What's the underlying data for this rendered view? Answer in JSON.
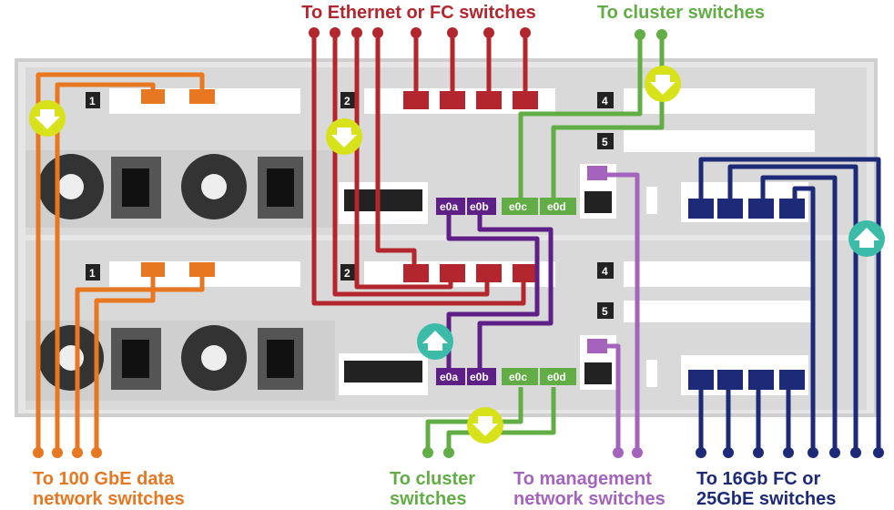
{
  "labels": {
    "top_red": "To Ethernet or FC switches",
    "top_green": "To cluster switches",
    "bottom_orange": [
      "To 100 GbE data",
      "network switches"
    ],
    "bottom_green": [
      "To cluster",
      "switches"
    ],
    "bottom_purple": [
      "To management",
      "network switches"
    ],
    "bottom_navy": [
      "To 16Gb FC or",
      "25GbE switches"
    ]
  },
  "slots": [
    "1",
    "2",
    "4",
    "5"
  ],
  "ports": {
    "e0a": "e0a",
    "e0b": "e0b",
    "e0c": "e0c",
    "e0d": "e0d"
  },
  "colors": {
    "orange": "#e87722",
    "red": "#b3262d",
    "green": "#62ad45",
    "purple": "#5e1f86",
    "mgmt": "#a463bd",
    "navy": "#1d2a78",
    "yellow": "#d7e21b",
    "teal": "#3dbba9"
  }
}
